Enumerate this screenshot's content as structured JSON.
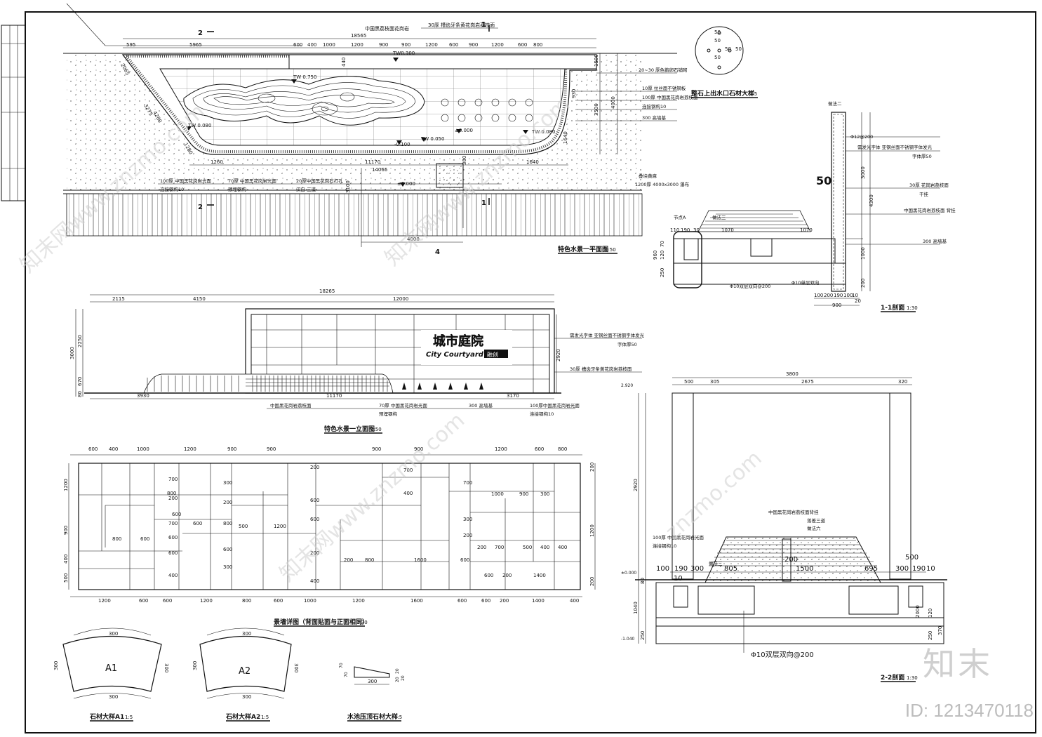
{
  "plan": {
    "title": "特色水景一平面图",
    "scale": "1:50",
    "dims_top": [
      "595",
      "5965",
      "600",
      "400",
      "1000",
      "1200",
      "900",
      "900",
      "1200",
      "600",
      "900",
      "1200",
      "600",
      "800"
    ],
    "dim_total": "18565",
    "dim_bottom_a": "1260",
    "dim_bottom_b": "11170",
    "dim_bottom_c": "1640",
    "dim_overall": "14065",
    "dim_4000": "4000",
    "dim_3500": "3500",
    "dim_4000v": "4000",
    "dim_1500": "1500",
    "dim_930": "930",
    "dim_1640v": "1640",
    "dim_3275": "3275",
    "dim_4280": "4280",
    "dim_1280": "1280",
    "dim_2065": "2065",
    "dim_440": "440",
    "dim_300": "300",
    "dim_3100": "3100",
    "levels": [
      "TW0.300",
      "TW 0.750",
      "TW 0.080",
      "-0.100",
      "TW 0.050",
      "±0.000",
      "TW 0.080",
      "±0.000"
    ],
    "notes_top": [
      "中国黑荔枝面花岗岩",
      "30厚 槽齿牙条黄花岗岩荔枝面"
    ],
    "notes_right": [
      "20~30 厚色鹅卵石铺砌",
      "10厚 拉丝面不锈钢板",
      "100厚 中国黑花岗岩荔枝面",
      "连接钢构10",
      "300 高墙基"
    ],
    "notes_bottom": [
      "100厚 中国黑花岗岩光面",
      "连接钢构10",
      "70厚 中国黑花岗岩光面",
      "预埋钢构",
      "20厚中国黑花岗石打孔",
      "汉白 三道",
      "1200厚 4000x3000 瀑布"
    ],
    "notes_mid": "叠块黄麻",
    "section_marks": [
      "2",
      "2",
      "1",
      "1",
      "4"
    ]
  },
  "nozzle": {
    "title": "整石上出水口石材大样",
    "scale": "1:5",
    "dims": [
      "50",
      "50",
      "50",
      "50",
      "50"
    ]
  },
  "section11": {
    "title": "1-1剖面",
    "scale": "1:30",
    "notes": [
      "做法二",
      "Φ12@200",
      "需发光字体 亚钢丝面不锈钢字体发光",
      "字体厚50",
      "30厚 花岗岩荔枝面",
      "干挂",
      "中国黑花岗岩荔枝面 背挂",
      "300 高墙基",
      "Φ10双层双向@200",
      "Φ10单层双向",
      "节点A",
      "做法三"
    ],
    "dims_top": [
      "110",
      "190",
      "30",
      "1070",
      "1070"
    ],
    "dims_bottom": [
      "100",
      "200",
      "190",
      "100",
      "900",
      "10",
      "20"
    ],
    "dims_left": [
      "960",
      "250",
      "120",
      "70",
      "250"
    ],
    "dims_right": [
      "3000",
      "4300",
      "1000",
      "200",
      "50"
    ]
  },
  "elevation": {
    "title": "特色水景一立面图",
    "scale": "1:50",
    "dims_top": [
      "2115",
      "4150",
      "12000"
    ],
    "dim_total": "18265",
    "dims_bottom": [
      "3930",
      "11170",
      "3170"
    ],
    "dims_left": [
      "3000",
      "2250",
      "670",
      "80"
    ],
    "dim_right": "2920",
    "sign_cn": "城市庭院",
    "sign_en": "City Courtyard",
    "sign_en2": "融创",
    "notes_right": [
      "需发光字体 亚钢丝面不锈钢字体发光",
      "字体厚50",
      "30厚 槽齿牙条黄花岗岩荔枝面"
    ],
    "notes_bottom": [
      "中国黑花岗岩荔枝面",
      "70厚 中国黑花岗岩光面",
      "预埋钢构",
      "300 高墙基",
      "100厚中国黑花岗岩光面",
      "连接钢构10"
    ]
  },
  "wall": {
    "title": "景墙详图（背面贴面与正面相同）",
    "scale": "1:30",
    "dims_top": [
      "600",
      "400",
      "1000",
      "1200",
      "900",
      "900",
      "900",
      "900",
      "1200",
      "600",
      "800"
    ],
    "dims_bottom": [
      "1200",
      "600",
      "600",
      "1200",
      "800",
      "600",
      "1000",
      "1200",
      "1600",
      "600",
      "600",
      "200",
      "1400",
      "400"
    ],
    "dims_left": [
      "1200",
      "900",
      "400",
      "500"
    ],
    "dims_right": [
      "200",
      "1200",
      "200"
    ],
    "dims_inner": [
      "700",
      "200",
      "300",
      "200",
      "700",
      "600",
      "800",
      "500",
      "1200",
      "600",
      "800",
      "600",
      "600",
      "600",
      "700",
      "400",
      "300",
      "200",
      "700",
      "1000",
      "900",
      "300",
      "200",
      "400",
      "300",
      "200",
      "200",
      "700",
      "500",
      "400",
      "400",
      "200",
      "800",
      "1600",
      "600",
      "600",
      "200",
      "1400",
      "400",
      "600",
      "800",
      "600",
      "600"
    ]
  },
  "section22": {
    "title": "2-2剖面",
    "scale": "1:30",
    "dims_top": [
      "500",
      "305",
      "2675",
      "320"
    ],
    "dim_total": "3800",
    "dims_mid": [
      "100",
      "190",
      "300",
      "805",
      "1500",
      "695",
      "300",
      "190",
      "10",
      "10",
      "500",
      "200"
    ],
    "dims_left": [
      "2920",
      "1040",
      "250",
      "80"
    ],
    "dims_right": [
      "120",
      "370",
      "250",
      "2000"
    ],
    "levels": [
      "2.920",
      "±0.000",
      "-1.040"
    ],
    "notes": [
      "中国黑花岗岩荔枝面背挂",
      "落差三道",
      "100厚 中国黑花岗岩光面",
      "连接钢构10",
      "做法三",
      "做法六",
      "Φ10双层双向@200"
    ]
  },
  "stoneA1": {
    "title": "石材大样A1",
    "scale": "1:5",
    "label": "A1",
    "dims": [
      "300",
      "300",
      "300",
      "300"
    ]
  },
  "stoneA2": {
    "title": "石材大样A2",
    "scale": "1:5",
    "label": "A2",
    "dims": [
      "300",
      "300",
      "300",
      "300"
    ]
  },
  "coping": {
    "title": "水池压顶石材大样",
    "scale": "1:5",
    "dims": [
      "300",
      "70",
      "70",
      "20",
      "20",
      "20"
    ]
  },
  "titleblock": {
    "labels": [
      "",
      "",
      "",
      "",
      ""
    ]
  },
  "watermarks": [
    "知末网www.znzmo.com",
    "知末网www.znzmo.com",
    "知末网www.znzmo.com",
    "znzmo.com"
  ],
  "brand": "知末",
  "image_id": "ID: 1213470118"
}
